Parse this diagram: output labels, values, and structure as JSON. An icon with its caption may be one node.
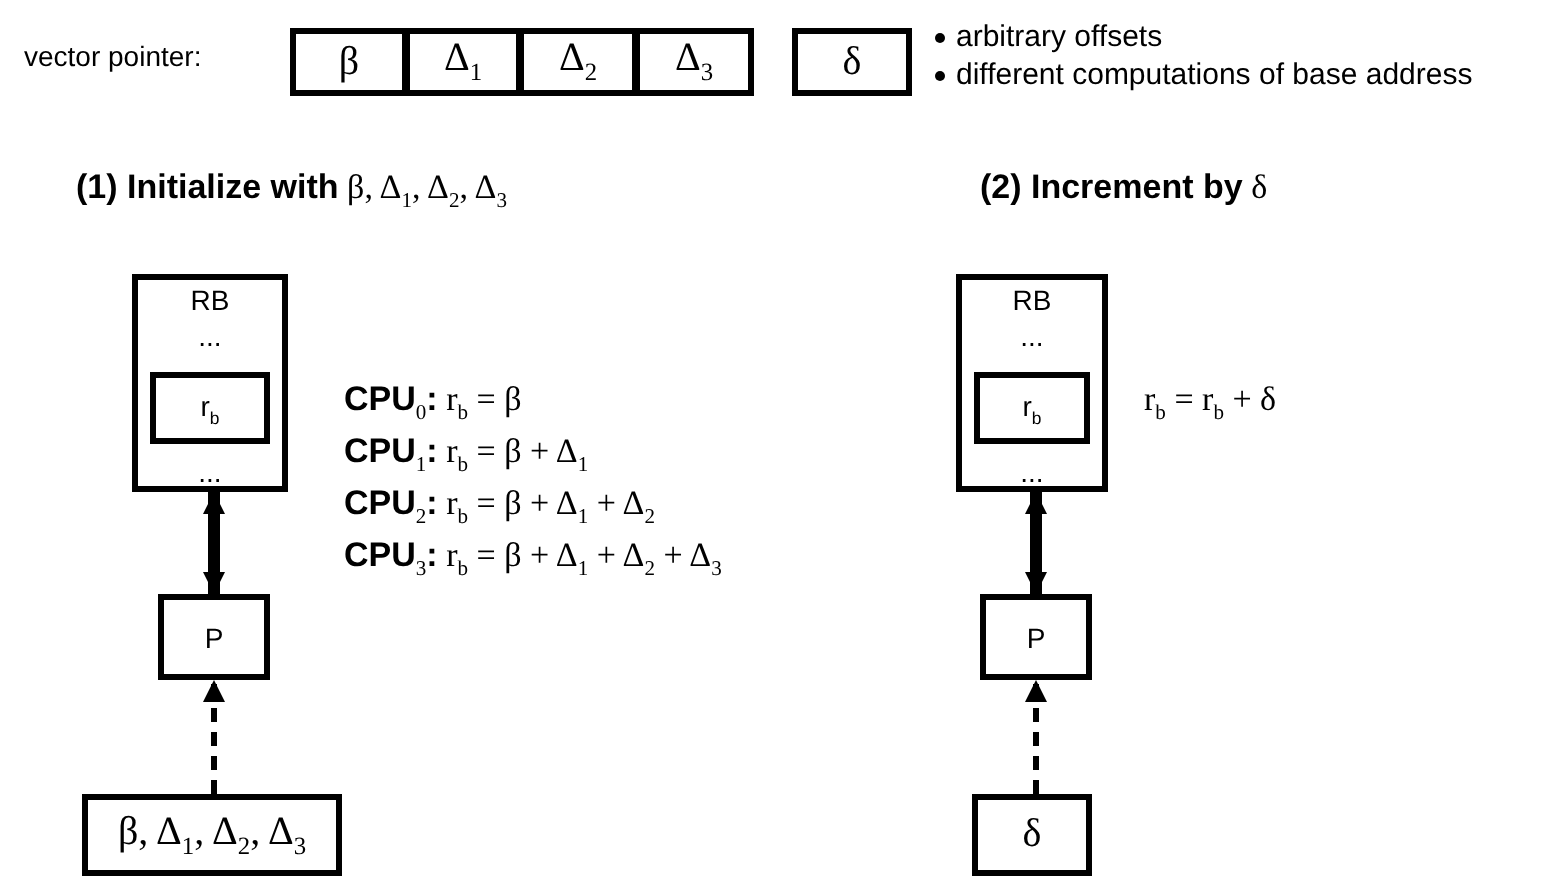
{
  "diagram": {
    "nodes": [
      {
        "text": [
          "β"
        ]
      },
      {
        "text": [
          "Δ$_{1}$"
        ]
      },
      {
        "text": [
          "Δ$_{2}$"
        ]
      },
      {
        "text": [
          "Δ$_{3}$"
        ]
      },
      {
        "text": [
          "δ"
        ]
      },
      {
        "text": [
          "RB",
          "...",
          "..."
        ]
      },
      {
        "text": [
          "r$_{b}$"
        ],
        "in": 5
      },
      {
        "text": [
          "P"
        ]
      },
      {
        "text": [
          "β, Δ$_{1}$, Δ$_{2}$, Δ$_{3}$"
        ]
      },
      {
        "text": [
          "RB",
          "...",
          "..."
        ]
      },
      {
        "text": [
          "r$_{b}$"
        ],
        "in": 9
      },
      {
        "text": [
          "P"
        ]
      },
      {
        "text": [
          "δ"
        ]
      }
    ],
    "edges": [
      {
        "from": 7,
        "to": 5,
        "arrow": "both",
        "style": "thick"
      },
      {
        "from": 8,
        "to": 7,
        "arrow": "to",
        "style": "dashed"
      },
      {
        "from": 11,
        "to": 9,
        "arrow": "both",
        "style": "thick"
      },
      {
        "from": 12,
        "to": 11,
        "arrow": "to",
        "style": "dashed"
      }
    ],
    "labels": [
      "vector pointer:",
      "arbitrary offsets",
      "different computations of base address",
      "**(1) Initialize with** β, Δ$_{1}$, Δ$_{2}$, Δ$_{3}$",
      "**(2) Increment by** δ",
      "**CPU**$_{0}$**:** r$_{b}$ = β",
      "**CPU**$_{1}$**:** r$_{b}$ = β + Δ$_{1}$",
      "**CPU**$_{2}$**:** r$_{b}$ = β + Δ$_{1}$ + Δ$_{2}$",
      "**CPU**$_{3}$**:** r$_{b}$ = β + Δ$_{1}$ + Δ$_{2}$ + Δ$_{3}$",
      "r$_{b}$ = r$_{b}$ + δ"
    ]
  }
}
